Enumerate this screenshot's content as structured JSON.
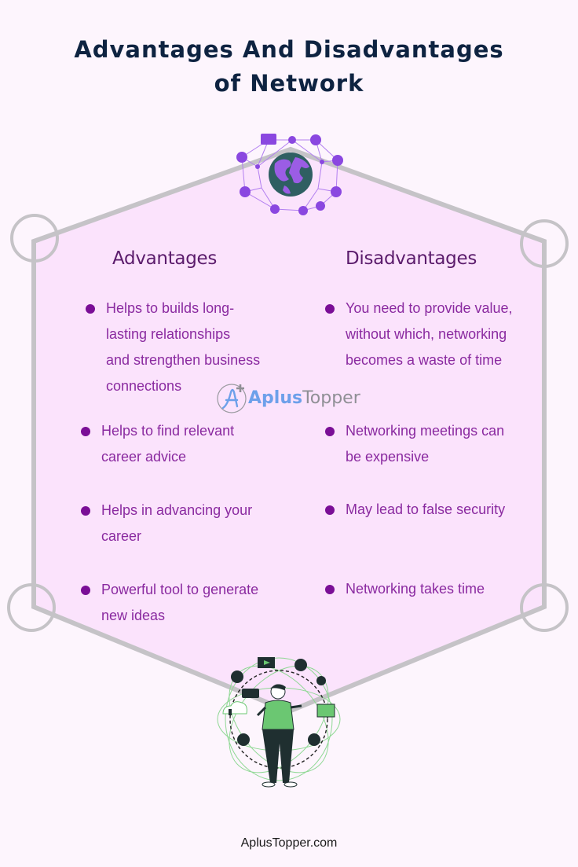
{
  "title": {
    "line1": "Advantages And Disadvantages",
    "line2": "of Network"
  },
  "advantages": {
    "heading": "Advantages",
    "items": [
      "Helps to builds long-\nlasting relationships\nand strengthen business\nconnections",
      "Helps to find relevant\ncareer advice",
      "Helps in advancing your\ncareer",
      "Powerful tool to generate\nnew ideas"
    ]
  },
  "disadvantages": {
    "heading": "Disadvantages",
    "items": [
      "You need to provide value,\nwithout which, networking\nbecomes a waste of time",
      "Networking meetings can\nbe expensive",
      "May lead to false security",
      "Networking takes time"
    ]
  },
  "watermark": {
    "brand_part1": "Aplus",
    "brand_part2": "Topper"
  },
  "footer": "AplusTopper.com",
  "colors": {
    "background": "#fdf5fd",
    "hexagon_fill": "#fbe3fc",
    "hexagon_stroke": "#c5c3c7",
    "title": "#0e2341",
    "heading": "#5b1c6c",
    "item_text": "#8a2aa0",
    "bullet": "#7a0e96",
    "globe_accent": "#9b5de5",
    "person_accent": "#6bc772"
  },
  "icons": {
    "top_illustration": "globe-network-icon",
    "bottom_illustration": "person-social-network-icon"
  }
}
